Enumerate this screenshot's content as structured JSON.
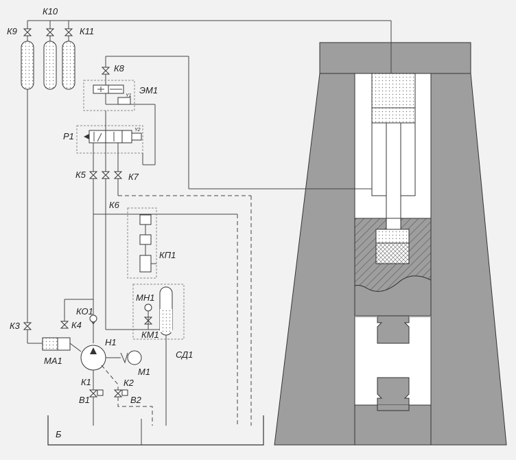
{
  "labels": {
    "k10": "К10",
    "k9": "К9",
    "k11": "К11",
    "k8": "К8",
    "em1": "ЭМ1",
    "r1": "Р1",
    "k5": "К5",
    "k7": "К7",
    "k6": "К6",
    "kp1": "КП1",
    "mn1": "МН1",
    "ko1": "КО1",
    "k3": "К3",
    "k4": "К4",
    "km1": "КМ1",
    "ma1": "МА1",
    "n1": "Н1",
    "m1": "М1",
    "sd1": "СД1",
    "k1": "К1",
    "k2": "К2",
    "v1": "В1",
    "v2": "В2",
    "b": "Б",
    "y1": "Y1",
    "y2": "Y2"
  },
  "colors": {
    "background": "#f2f2f2",
    "hammer_body": "#9e9e9e",
    "line": "#333333"
  }
}
